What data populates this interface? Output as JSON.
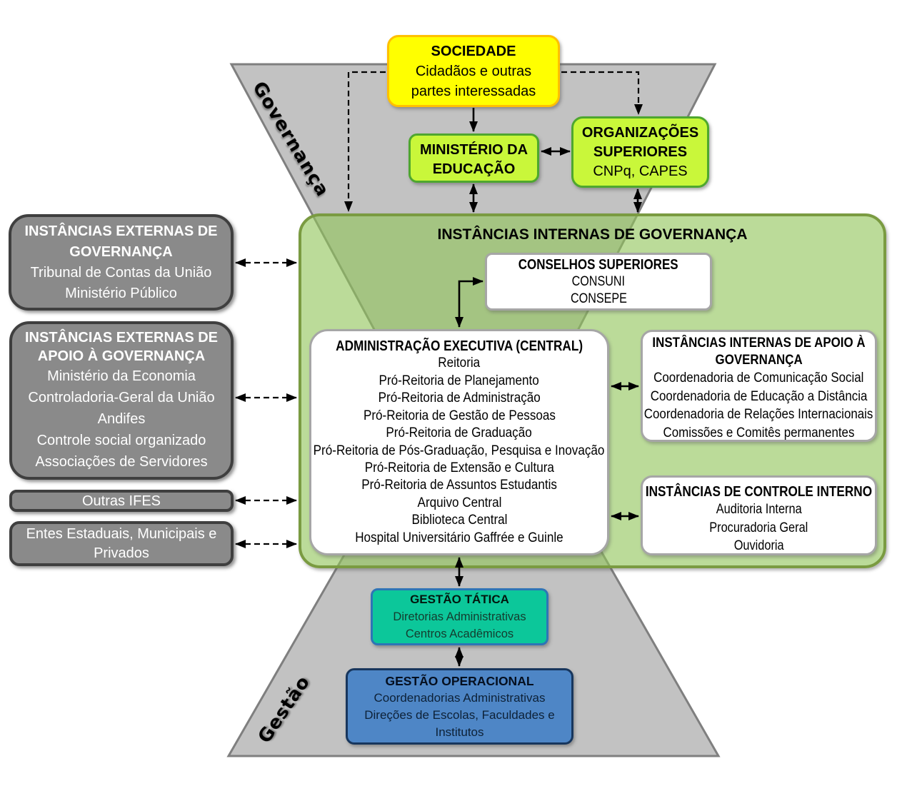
{
  "zones": {
    "governanca": "Governança",
    "gestao": "Gestão"
  },
  "boxes": {
    "sociedade": {
      "title": "SOCIEDADE",
      "lines": [
        "Cidadãos e outras",
        "partes interessadas"
      ]
    },
    "ministerio": {
      "lines": [
        "MINISTÉRIO DA",
        "EDUCAÇÃO"
      ]
    },
    "organizacoes": {
      "lines": [
        "ORGANIZAÇÕES",
        "SUPERIORES"
      ],
      "subtitle": "CNPq, CAPES"
    },
    "container": {
      "title": "INSTÂNCIAS INTERNAS DE GOVERNANÇA"
    },
    "conselhos": {
      "title": "CONSELHOS SUPERIORES",
      "items": [
        "CONSUNI",
        "CONSEPE"
      ]
    },
    "admin": {
      "title": "ADMINISTRAÇÃO EXECUTIVA (CENTRAL)",
      "items": [
        "Reitoria",
        "Pró-Reitoria de Planejamento",
        "Pró-Reitoria de Administração",
        "Pró-Reitoria de Gestão de Pessoas",
        "Pró-Reitoria de Graduação",
        "Pró-Reitoria de Pós-Graduação, Pesquisa e Inovação",
        "Pró-Reitoria de Extensão e Cultura",
        "Pró-Reitoria de Assuntos Estudantis",
        "Arquivo Central",
        "Biblioteca Central",
        "Hospital Universitário Gaffrée e Guinle"
      ]
    },
    "apoio": {
      "title_lines": [
        "INSTÂNCIAS INTERNAS DE APOIO À",
        "GOVERNANÇA"
      ],
      "items": [
        "Coordenadoria de Comunicação Social",
        "Coordenadoria de Educação a Distância",
        "Coordenadoria de Relações Internacionais",
        "Comissões e Comitês permanentes"
      ]
    },
    "controle": {
      "title": "INSTÂNCIAS DE CONTROLE INTERNO",
      "items": [
        "Auditoria Interna",
        "Procuradoria Geral",
        "Ouvidoria"
      ]
    },
    "ext_governanca": {
      "title_lines": [
        "INSTÂNCIAS EXTERNAS DE",
        "GOVERNANÇA"
      ],
      "items": [
        "Tribunal de Contas da União",
        "Ministério Público"
      ]
    },
    "ext_apoio": {
      "title_lines": [
        "INSTÂNCIAS EXTERNAS DE",
        "APOIO À GOVERNANÇA"
      ],
      "items": [
        "Ministério da Economia",
        "Controladoria-Geral da União",
        "Andifes",
        "Controle social organizado",
        "Associações de Servidores"
      ]
    },
    "outras_ifes": {
      "label": "Outras IFES"
    },
    "entes": {
      "lines": [
        "Entes Estaduais, Municipais e",
        "Privados"
      ]
    },
    "tatica": {
      "title": "GESTÃO TÁTICA",
      "items": [
        "Diretorias Administrativas",
        "Centros Acadêmicos"
      ]
    },
    "operacional": {
      "title": "GESTÃO OPERACIONAL",
      "items": [
        "Coordenadorias Administrativas",
        "Direções de Escolas, Faculdades e",
        "Institutos"
      ]
    }
  },
  "colors": {
    "yellow_fill": "#ffff00",
    "yellow_border": "#ffc000",
    "chartreuse_fill": "#c9f73a",
    "chartreuse_border": "#4ea72e",
    "green_container_fill": "#91c45a",
    "green_container_border": "#7a9b41",
    "trapezoid_fill": "#c2c2c2",
    "trapezoid_border": "#7f7f7f",
    "gray_box_fill": "#8a8a8a",
    "gray_box_border": "#3f3f3f",
    "white_box_border": "#a6a6a6",
    "teal_fill": "#0cc79a",
    "teal_border": "#2e75b6",
    "blue_fill": "#4e86c6",
    "blue_border": "#17365d"
  }
}
